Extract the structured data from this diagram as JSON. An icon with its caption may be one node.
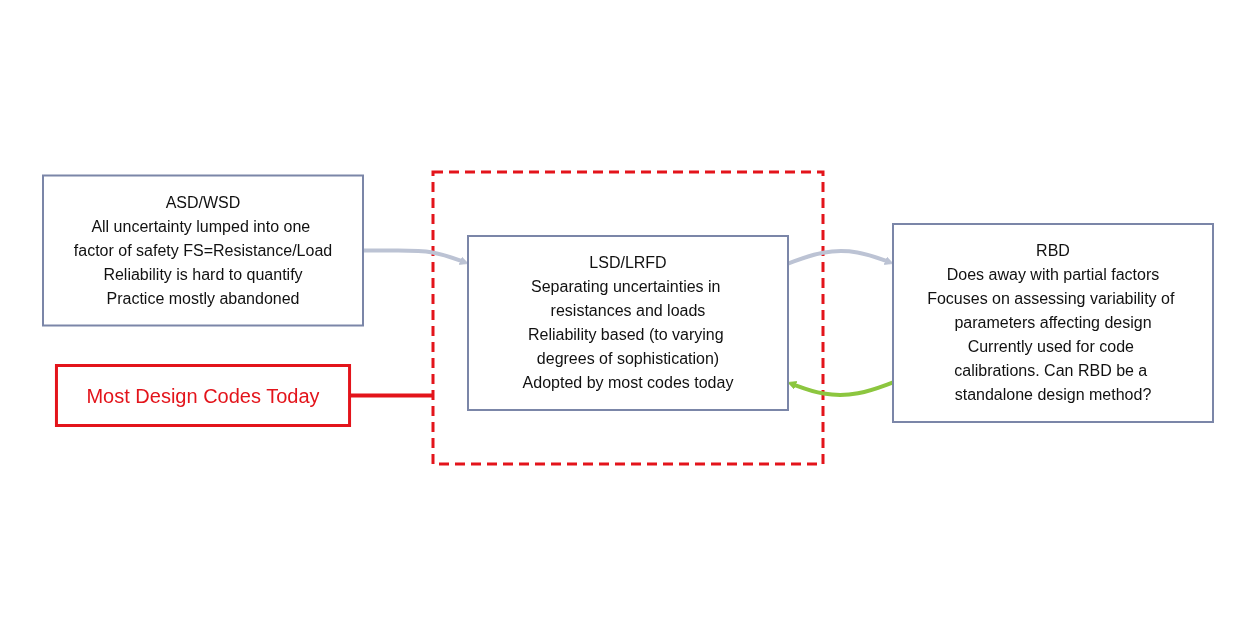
{
  "diagram": {
    "nodes": [
      {
        "text": [
          "Most Design Codes Today"
        ]
      },
      {
        "text": [
          "ASD/WSD",
          "All uncertainty lumped into one factor of safety FS=Resistance/Load",
          "Reliability is hard to quantify",
          "Practice mostly abandoned"
        ]
      },
      {
        "text": [],
        "shape": "box"
      },
      {
        "text": [
          "LSD/LRFD",
          "Separating uncertainties in resistances and loads",
          "Reliability based (to varying degrees of sophistication)",
          "Adopted by most codes today"
        ],
        "in": 2
      },
      {
        "text": [
          "RBD",
          "Does away with partial factors",
          "Focuses on assessing variability of parameters affecting design",
          "Currently used for code calibrations. Can RBD be a standalone design method?"
        ]
      }
    ],
    "edges": [
      {
        "from": 0,
        "to": 2,
        "arrow": "none",
        "color": "#e3141b"
      },
      {
        "from": 1,
        "to": 3,
        "arrow": "to"
      },
      {
        "from": 3,
        "to": 4,
        "arrow": "to"
      },
      {
        "from": 4,
        "to": 3,
        "arrow": "to",
        "color": "#8cc63f"
      }
    ]
  }
}
